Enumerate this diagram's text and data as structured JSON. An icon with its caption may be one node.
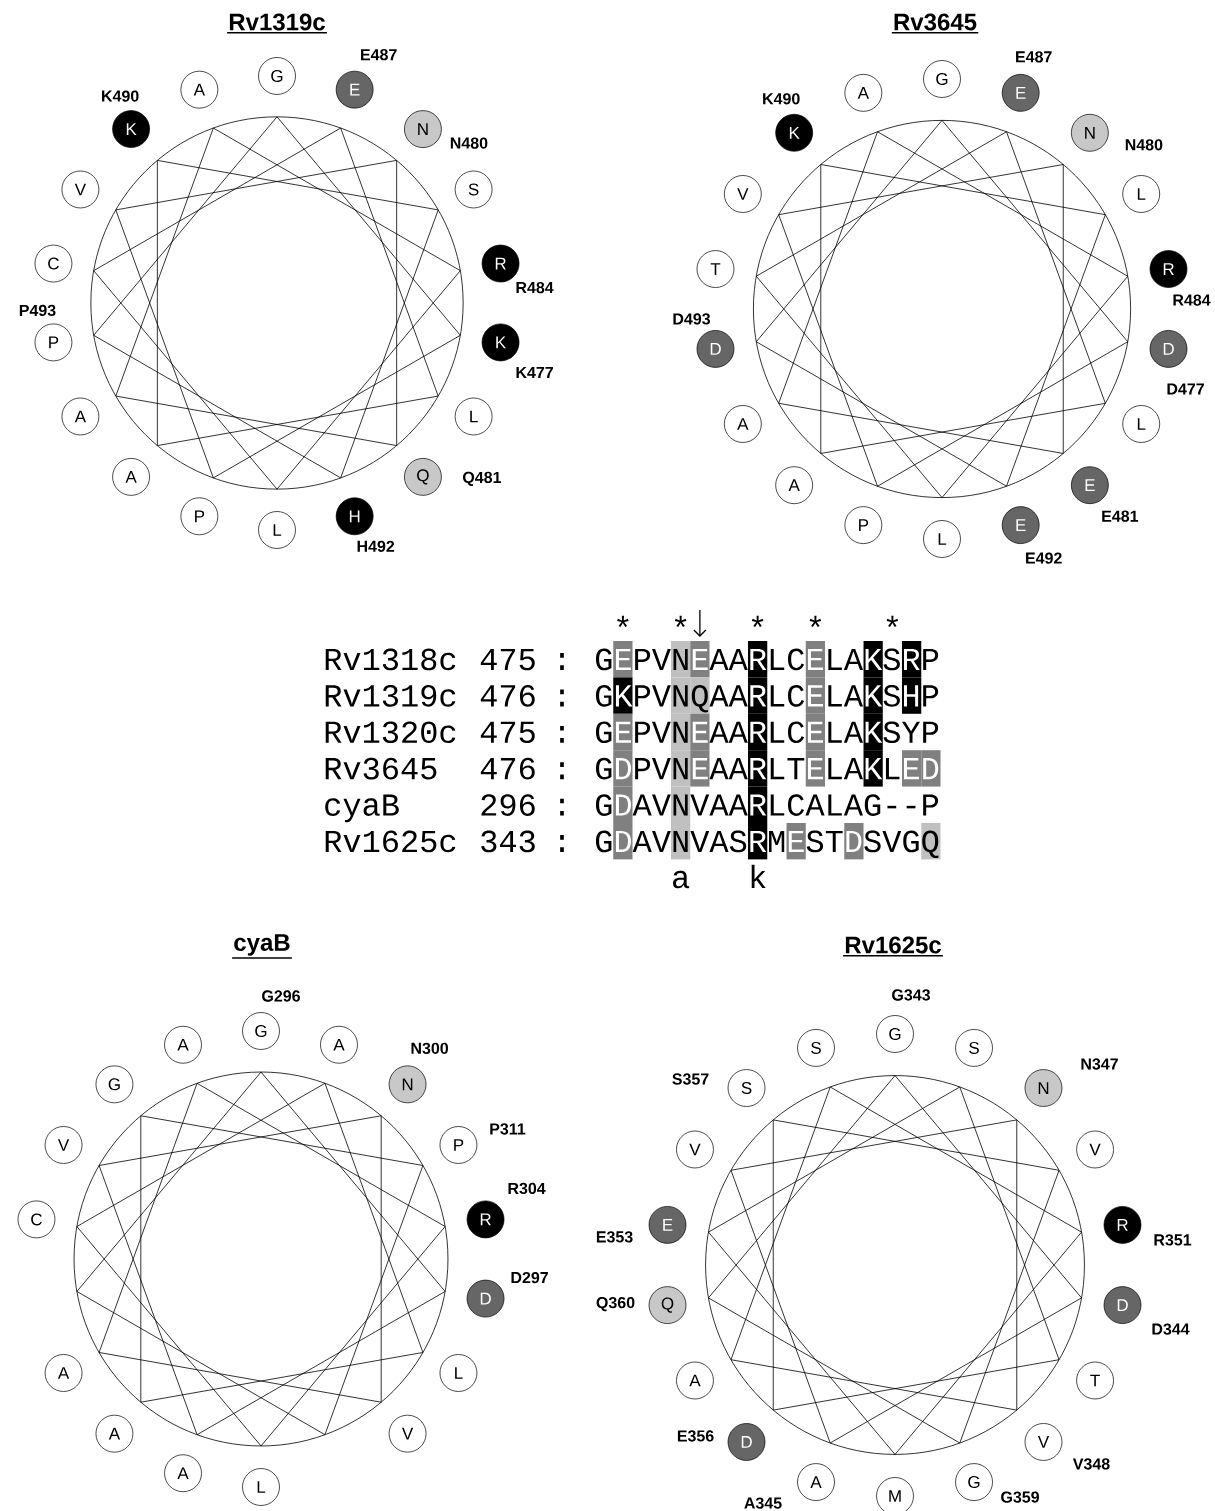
{
  "diagram": {
    "nodes": [
      {
        "text": [
          "G"
        ]
      },
      {
        "text": [
          "E"
        ],
        "beside": [
          "E487"
        ]
      },
      {
        "text": [
          "N"
        ],
        "beside": [
          "N480"
        ]
      },
      {
        "text": [
          "S"
        ]
      },
      {
        "text": [
          "R"
        ],
        "beside": [
          "R484"
        ]
      },
      {
        "text": [
          "K"
        ],
        "beside": [
          "K477"
        ]
      },
      {
        "text": [
          "L"
        ]
      },
      {
        "text": [
          "Q"
        ],
        "beside": [
          "Q481"
        ]
      },
      {
        "text": [
          "H"
        ],
        "beside": [
          "H492"
        ]
      },
      {
        "text": [
          "L"
        ]
      },
      {
        "text": [
          "P"
        ]
      },
      {
        "text": [
          "A"
        ]
      },
      {
        "text": [
          "A"
        ]
      },
      {
        "text": [
          "P"
        ],
        "beside": [
          "P493"
        ]
      },
      {
        "text": [
          "C"
        ]
      },
      {
        "text": [
          "V"
        ]
      },
      {
        "text": [
          "K"
        ],
        "beside": [
          "K490"
        ]
      },
      {
        "text": [
          "A"
        ]
      },
      {
        "text": [
          "G"
        ]
      },
      {
        "text": [
          "E"
        ],
        "beside": [
          "E487"
        ]
      },
      {
        "text": [
          "N"
        ],
        "beside": [
          "N480"
        ]
      },
      {
        "text": [
          "L"
        ]
      },
      {
        "text": [
          "R"
        ],
        "beside": [
          "R484"
        ]
      },
      {
        "text": [
          "D"
        ],
        "beside": [
          "D477"
        ]
      },
      {
        "text": [
          "L"
        ]
      },
      {
        "text": [
          "E"
        ],
        "beside": [
          "E481"
        ]
      },
      {
        "text": [
          "E"
        ],
        "beside": [
          "E492"
        ]
      },
      {
        "text": [
          "L"
        ]
      },
      {
        "text": [
          "P"
        ]
      },
      {
        "text": [
          "A"
        ]
      },
      {
        "text": [
          "A"
        ]
      },
      {
        "text": [
          "D"
        ],
        "beside": [
          "D493"
        ]
      },
      {
        "text": [
          "T"
        ]
      },
      {
        "text": [
          "V"
        ]
      },
      {
        "text": [
          "K"
        ],
        "beside": [
          "K490"
        ]
      },
      {
        "text": [
          "A"
        ]
      },
      {
        "text": [
          "G"
        ],
        "beside": [
          "G296"
        ]
      },
      {
        "text": [
          "A"
        ]
      },
      {
        "text": [
          "N"
        ],
        "beside": [
          "N300"
        ]
      },
      {
        "text": [
          "P"
        ],
        "beside": [
          "P311"
        ]
      },
      {
        "text": [
          "R"
        ],
        "beside": [
          "R304"
        ]
      },
      {
        "text": [
          "D"
        ],
        "beside": [
          "D297"
        ]
      },
      {
        "text": [
          "L"
        ]
      },
      {
        "text": [
          "V"
        ]
      },
      {
        "text": [
          "L"
        ]
      },
      {
        "text": [
          "A"
        ]
      },
      {
        "text": [
          "A"
        ]
      },
      {
        "text": [
          "A"
        ]
      },
      {
        "text": [
          "C"
        ]
      },
      {
        "text": [
          "V"
        ]
      },
      {
        "text": [
          "G"
        ]
      },
      {
        "text": [
          "A"
        ]
      },
      {
        "text": [
          "G"
        ],
        "beside": [
          "G343"
        ]
      },
      {
        "text": [
          "S"
        ]
      },
      {
        "text": [
          "N"
        ],
        "beside": [
          "N347"
        ]
      },
      {
        "text": [
          "V"
        ]
      },
      {
        "text": [
          "R"
        ],
        "beside": [
          "R351"
        ]
      },
      {
        "text": [
          "D"
        ],
        "beside": [
          "D344"
        ]
      },
      {
        "text": [
          "T"
        ]
      },
      {
        "text": [
          "V"
        ],
        "beside": [
          "V348"
        ]
      },
      {
        "text": [
          "G"
        ],
        "beside": [
          "G359"
        ]
      },
      {
        "text": [
          "M"
        ]
      },
      {
        "text": [
          "A"
        ],
        "beside": [
          "A345"
        ]
      },
      {
        "text": [
          "D"
        ],
        "beside": [
          "E356"
        ]
      },
      {
        "text": [
          "A"
        ]
      },
      {
        "text": [
          "Q"
        ],
        "beside": [
          "Q360"
        ]
      },
      {
        "text": [
          "E"
        ],
        "beside": [
          "E353"
        ]
      },
      {
        "text": [
          "V"
        ]
      },
      {
        "text": [
          "S"
        ],
        "beside": [
          "S357"
        ]
      },
      {
        "text": [
          "S"
        ]
      }
    ],
    "labels": [
      "Rv1319c",
      "Rv3645",
      "*",
      "*",
      "*",
      "*",
      "*",
      "Rv1318c",
      "475",
      ":",
      "GEPVNEAARLCELAKSRP",
      "Rv1319c",
      "476",
      ":",
      "GKPVNQAARLCELAKSHP",
      "Rv1320c",
      "475",
      ":",
      "GEPVNEAARLCELAKSYP",
      "Rv3645",
      "476",
      ":",
      "GDPVNEAARLTELAKLED",
      "cyaB",
      "296",
      ":",
      "GDAVNVAARLCALAG--P",
      "Rv1625c",
      "343",
      ":",
      "GDAVNVASRMESTDSVGQ",
      "a",
      "k",
      "cyaB",
      "Rv1625c"
    ]
  }
}
